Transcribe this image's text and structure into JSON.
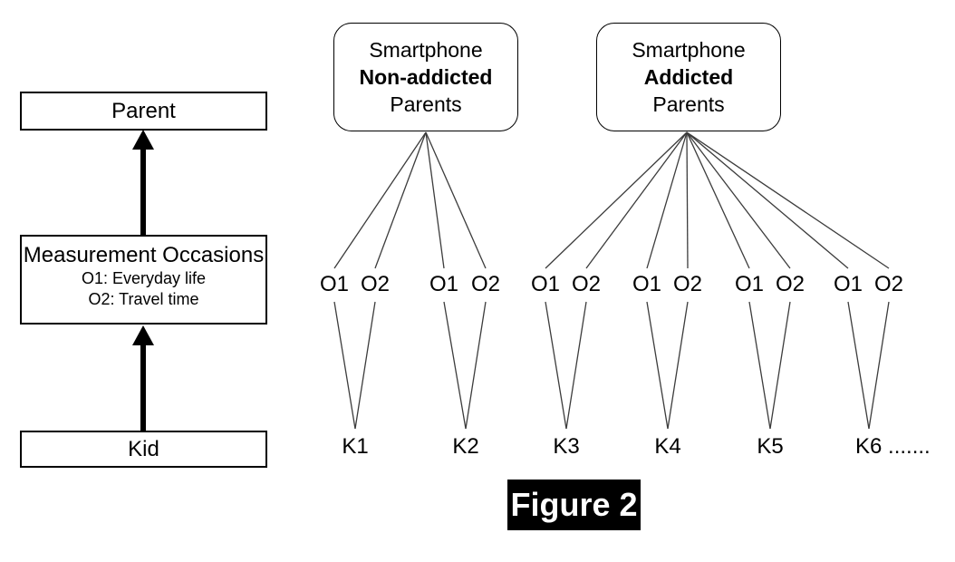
{
  "colors": {
    "background": "#ffffff",
    "line": "#3c3c3c",
    "border": "#000000",
    "caption_bg": "#000000",
    "caption_text": "#ffffff"
  },
  "caption": {
    "text": "Figure 2"
  },
  "left_flow": {
    "parent_label": "Parent",
    "measurement": {
      "title": "Measurement Occasions",
      "occasion_1": "O1: Everyday life",
      "occasion_2": "O2: Travel time"
    },
    "kid_label": "Kid"
  },
  "groups": [
    {
      "line1": "Smartphone",
      "line2": "Non-addicted",
      "line3": "Parents"
    },
    {
      "line1": "Smartphone",
      "line2": "Addicted",
      "line3": "Parents"
    }
  ],
  "occasion_pairs": [
    {
      "o1": "O1",
      "o2": "O2"
    },
    {
      "o1": "O1",
      "o2": "O2"
    },
    {
      "o1": "O1",
      "o2": "O2"
    },
    {
      "o1": "O1",
      "o2": "O2"
    },
    {
      "o1": "O1",
      "o2": "O2"
    },
    {
      "o1": "O1",
      "o2": "O2"
    }
  ],
  "kids": [
    "K1",
    "K2",
    "K3",
    "K4",
    "K5",
    "K6 ......."
  ]
}
